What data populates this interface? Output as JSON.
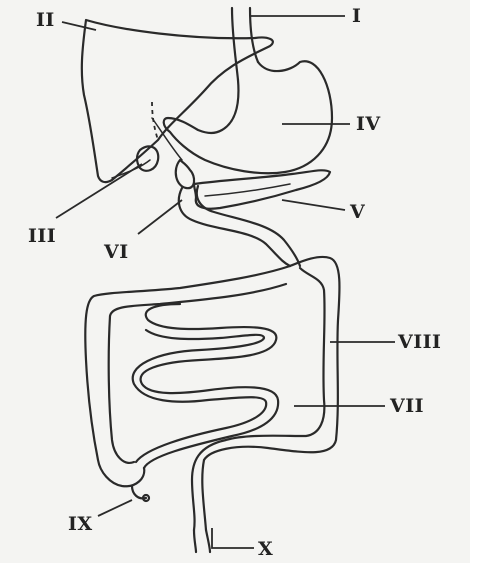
{
  "diagram": {
    "labels": {
      "I": "I",
      "II": "II",
      "III": "III",
      "IV": "IV",
      "V": "V",
      "VI": "VI",
      "VII": "VII",
      "VIII": "VIII",
      "IX": "IX",
      "X": "X"
    }
  }
}
